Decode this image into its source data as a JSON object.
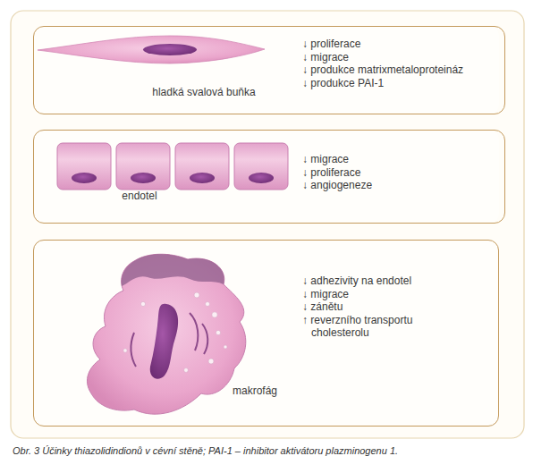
{
  "diagram": {
    "caption": "Obr. 3 Účinky thiazolidindionů v cévní stěně; PAI-1 – inhibitor aktivátoru plazminogenu 1.",
    "nodes": [
      {
        "text": [
          "hladká svalová buňka",
          "↓ proliferace",
          "↓ migrace",
          "↓ produkce matrixmetaloproteináz",
          "↓ produkce PAI-1"
        ]
      },
      {
        "text": [
          "endotel",
          "↓ migrace",
          "↓ proliferace",
          "↓ angiogeneze"
        ]
      },
      {
        "text": [
          "makrofág",
          "↓ adhezivity na endotel",
          "↓ migrace",
          "↓ zánětu",
          "↑ reverzního transportu cholesterolu"
        ]
      }
    ]
  }
}
